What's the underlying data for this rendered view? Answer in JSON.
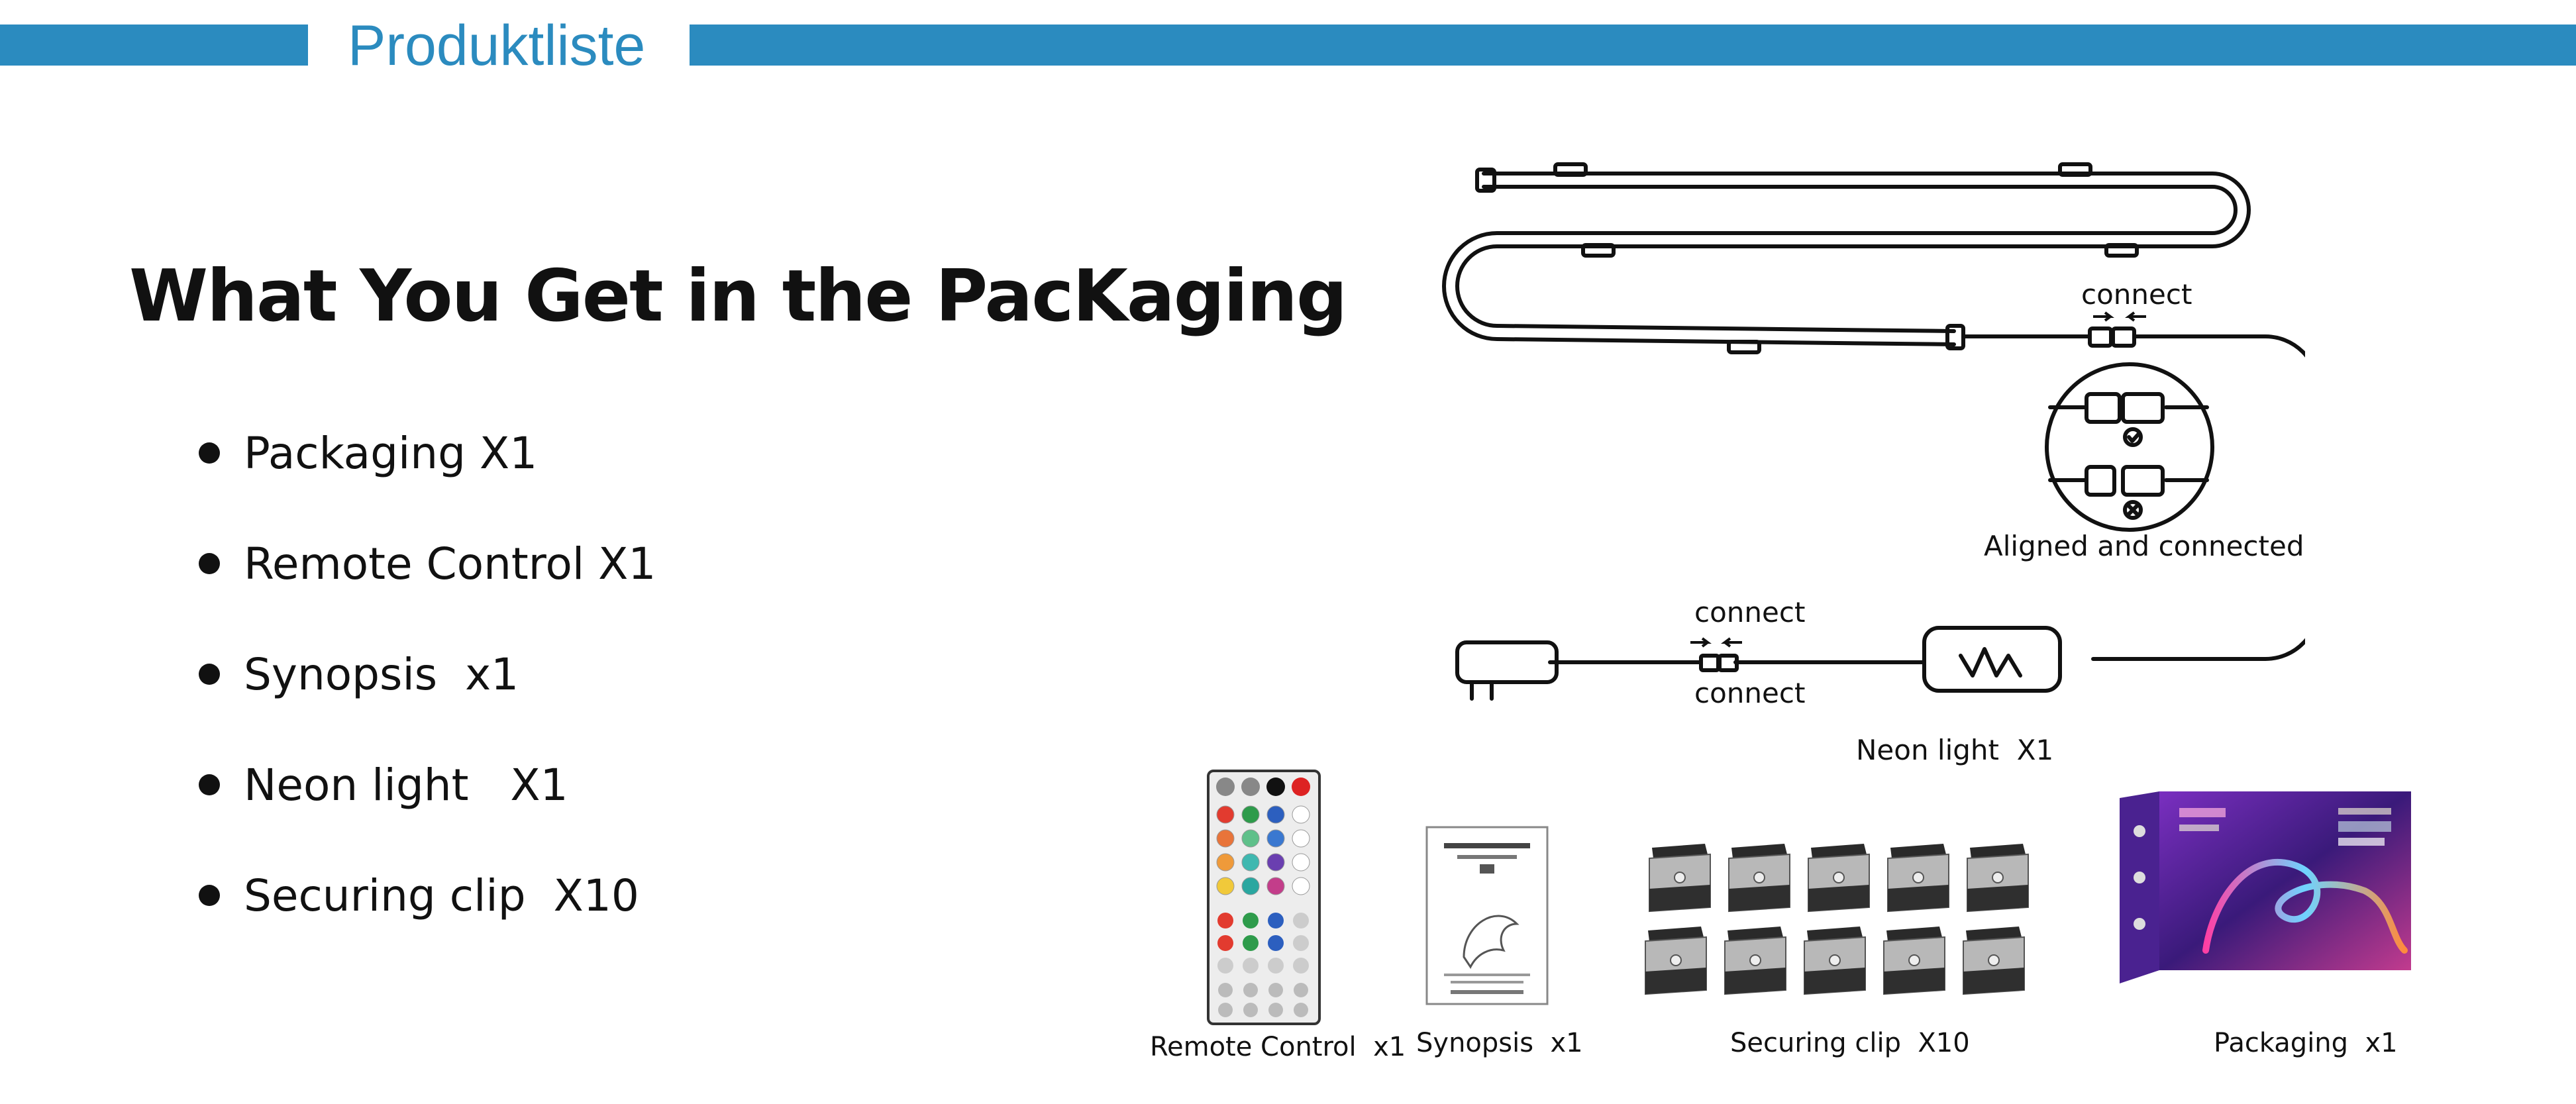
{
  "header": {
    "title": "Produktliste"
  },
  "headline": "What You Get in the PacKaging",
  "items": [
    {
      "label": "Packaging X1"
    },
    {
      "label": "Remote Control X1"
    },
    {
      "label": "Synopsis  x1"
    },
    {
      "label": "Neon light   X1"
    },
    {
      "label": "Securing clip  X10"
    }
  ],
  "diagram": {
    "connect_top": "connect",
    "aligned": "Aligned and connected",
    "connect_mid_top": "connect",
    "connect_mid_bottom": "connect",
    "neon_caption": "Neon light  X1"
  },
  "products": [
    {
      "caption": "Remote Control  x1"
    },
    {
      "caption": "Synopsis  x1"
    },
    {
      "caption": "Securing clip  X10"
    },
    {
      "caption": "Packaging  x1"
    }
  ],
  "colors": {
    "accent": "#2b8bbf"
  }
}
